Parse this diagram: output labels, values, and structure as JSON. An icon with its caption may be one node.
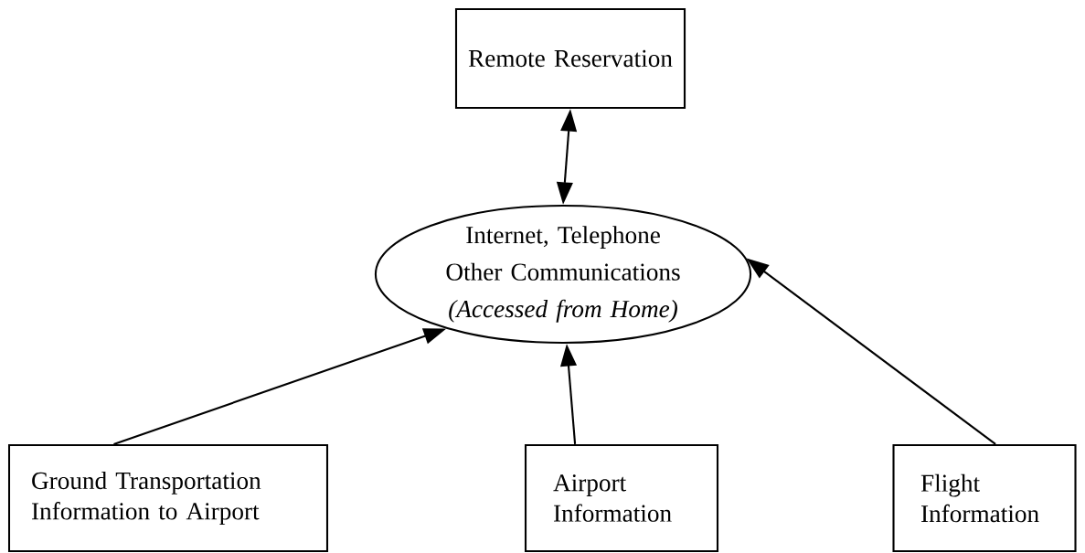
{
  "diagram": {
    "nodes": [
      {
        "text": [
          "Remote Reservation"
        ]
      },
      {
        "text": [
          "Internet, Telephone Other Communications",
          "(Accessed from Home)"
        ]
      },
      {
        "text": [
          "Ground Transportation Information to Airport"
        ]
      },
      {
        "text": [
          "Airport Information"
        ]
      },
      {
        "text": [
          "Flight Information"
        ]
      }
    ],
    "edges": [
      {
        "from": 0,
        "to": 1,
        "arrow": "both"
      },
      {
        "from": 2,
        "to": 1,
        "arrow": "to"
      },
      {
        "from": 3,
        "to": 1,
        "arrow": "to"
      },
      {
        "from": 4,
        "to": 1,
        "arrow": "to"
      }
    ]
  }
}
